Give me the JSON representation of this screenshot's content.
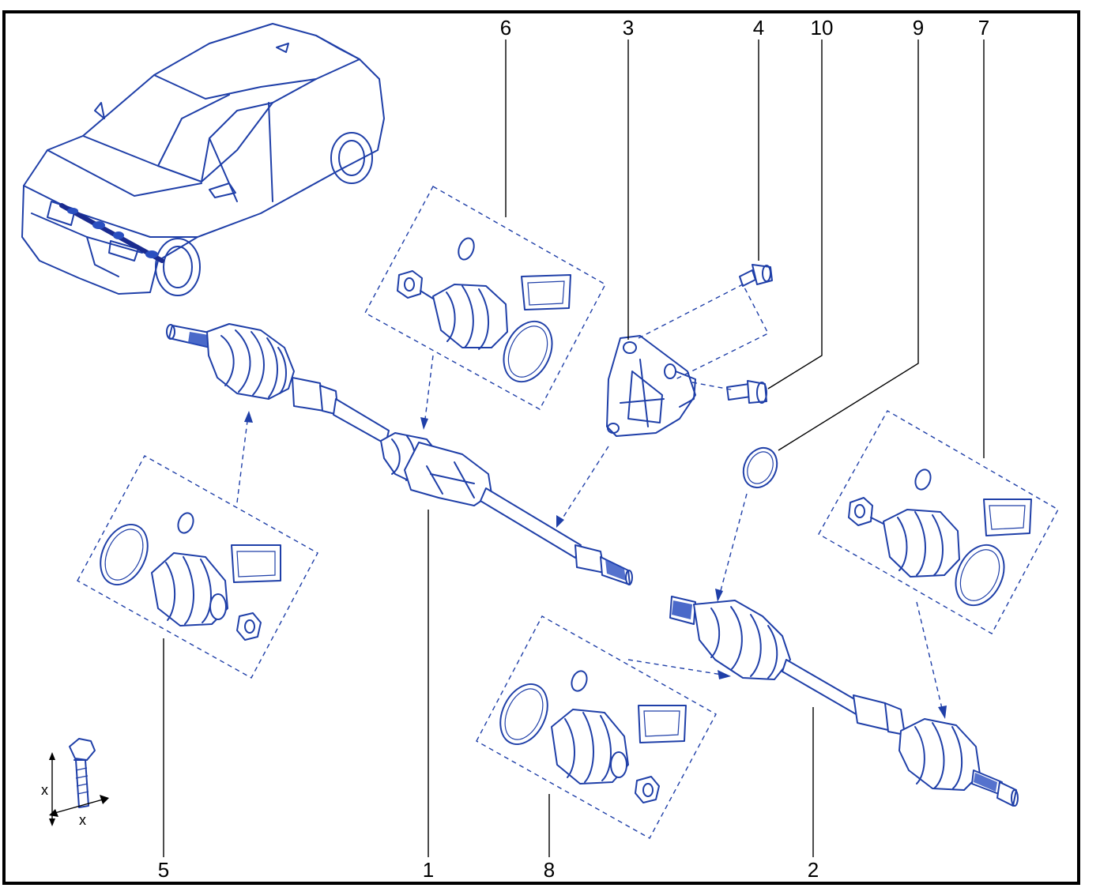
{
  "callouts": {
    "c1": "1",
    "c2": "2",
    "c3": "3",
    "c4": "4",
    "c5": "5",
    "c6": "6",
    "c7": "7",
    "c8": "8",
    "c9": "9",
    "c10": "10"
  },
  "torque_legend": {
    "x_vertical": "x",
    "x_horizontal": "x"
  },
  "colors": {
    "line_art": "#1f3fa8",
    "frame": "#000000",
    "background": "#ffffff"
  }
}
